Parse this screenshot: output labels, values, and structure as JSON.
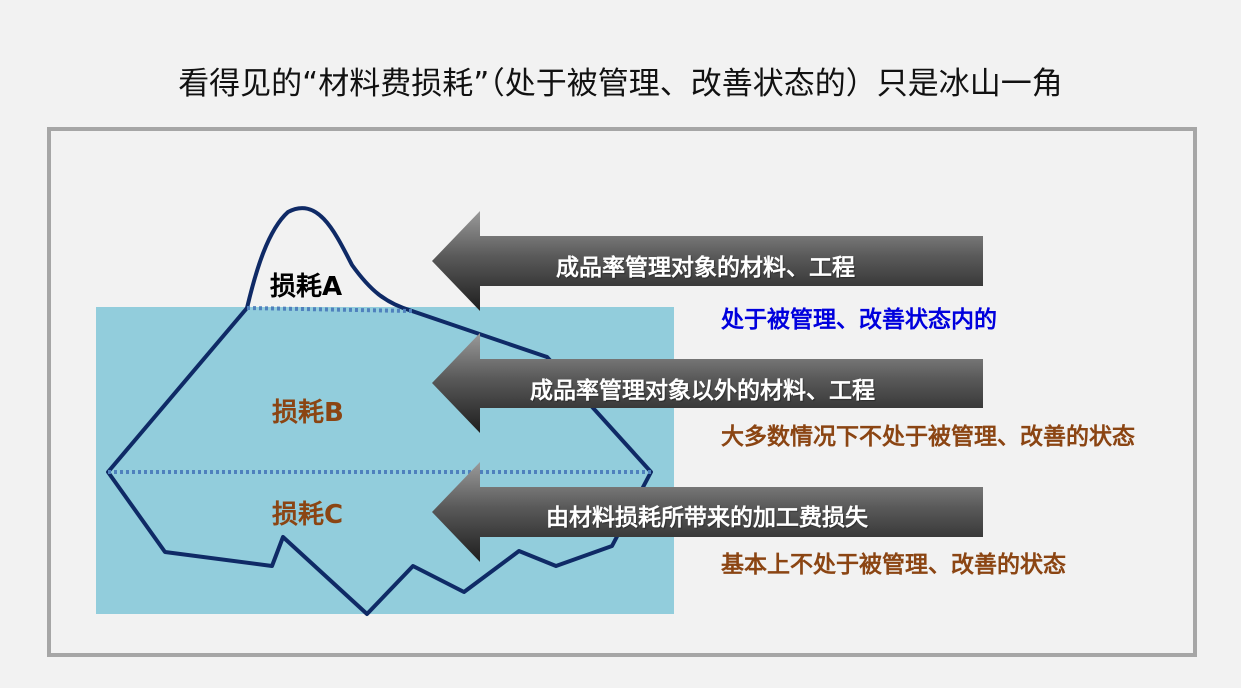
{
  "title": "看得见的“材料费损耗”（处于被管理、改善状态的）只是冰山一角",
  "diagram": {
    "layers": [
      {
        "label": "损耗A",
        "color": "#000000"
      },
      {
        "label": "损耗B",
        "color": "#8b4513"
      },
      {
        "label": "损耗C",
        "color": "#8b4513"
      }
    ],
    "arrows": [
      {
        "label": "成品率管理对象的材料、工程",
        "status": "处于被管理、改善状态内的",
        "status_color": "#0000dd"
      },
      {
        "label": "成品率管理对象以外的材料、工程",
        "status": "大多数情况下不处于被管理、改善的状态",
        "status_color": "#8b4513"
      },
      {
        "label": "由材料损耗所带来的加工费损失",
        "status": "基本上不处于被管理、改善的状态",
        "status_color": "#8b4513"
      }
    ],
    "colors": {
      "water": "#92cddc",
      "iceberg_outline": "#0f2a66",
      "waterline": "#4f81bd",
      "frame": "#a6a6a6",
      "background": "#f2f2f2"
    }
  }
}
